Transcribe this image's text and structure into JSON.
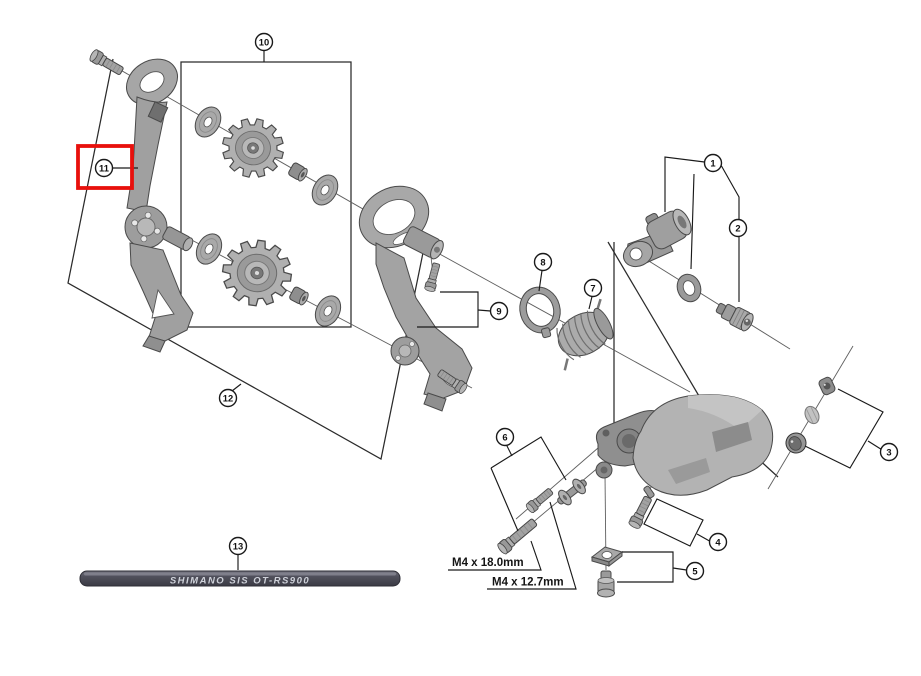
{
  "figure": {
    "type": "exploded-parts-diagram",
    "background": "#ffffff",
    "highlight_color": "#e8100c",
    "line_color": "#1a1a1a",
    "part_fill": "#a8a8a8",
    "part_outline": "#4a4a4a"
  },
  "callouts": {
    "c1": "1",
    "c2": "2",
    "c3": "3",
    "c4": "4",
    "c5": "5",
    "c6": "6",
    "c7": "7",
    "c8": "8",
    "c9": "9",
    "c10": "10",
    "c11": "11",
    "c12": "12",
    "c13": "13"
  },
  "labels": {
    "bolt_long": "M4 x 18.0mm",
    "bolt_short": "M4 x 12.7mm"
  },
  "cable": {
    "text": "SHIMANO SIS OT-RS900"
  }
}
